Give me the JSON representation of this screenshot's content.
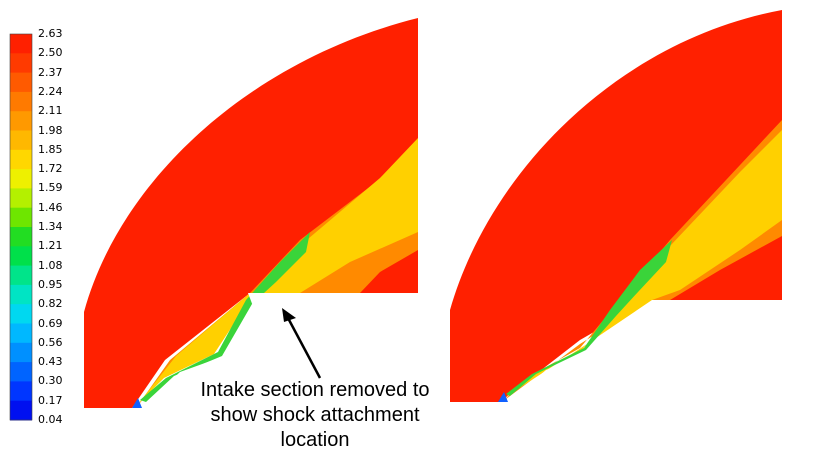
{
  "legend": {
    "ticks": [
      "2.63",
      "2.50",
      "2.37",
      "2.24",
      "2.11",
      "1.98",
      "1.85",
      "1.72",
      "1.59",
      "1.46",
      "1.34",
      "1.21",
      "1.08",
      "0.95",
      "0.82",
      "0.69",
      "0.56",
      "0.43",
      "0.30",
      "0.17",
      "0.04"
    ],
    "colors": [
      "#ff2000",
      "#ff3a00",
      "#ff5a00",
      "#ff7a00",
      "#ff9900",
      "#ffb800",
      "#ffd700",
      "#eef000",
      "#b4f000",
      "#6ee600",
      "#22dd22",
      "#00e04a",
      "#00e48a",
      "#00e4c4",
      "#00d8f0",
      "#00b8ff",
      "#0090ff",
      "#0064ff",
      "#0036ff",
      "#0010f0"
    ]
  },
  "annotation": {
    "line1": "Intake section removed to",
    "line2": "show shock attachment",
    "line3": "location"
  },
  "colors": {
    "max": "#ff2000",
    "orange": "#ff8a00",
    "yellow": "#ffd000",
    "green": "#3ad43a",
    "blue": "#1060ff"
  }
}
